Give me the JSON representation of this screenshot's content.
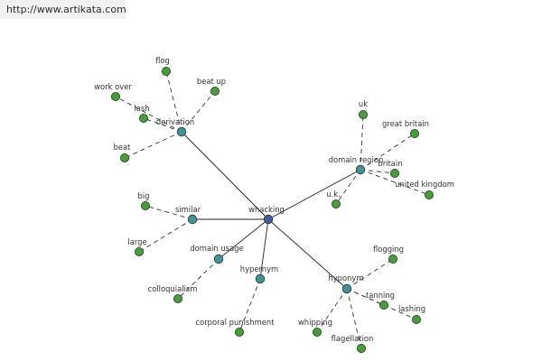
{
  "source_url": "http://www.artikata.com",
  "colors": {
    "center_node": "#4b5aa0",
    "category_node": "#46909a",
    "leaf_node": "#4a9a3e",
    "node_stroke": "#1d3a1d",
    "solid_edge": "#222222",
    "dashed_edge": "#333333"
  },
  "graph": {
    "center": {
      "label": "whacking"
    },
    "categories": [
      {
        "label": "derivation",
        "leaves": [
          "flog",
          "beat up",
          "work over",
          "lash",
          "beat"
        ]
      },
      {
        "label": "domain region",
        "leaves": [
          "uk",
          "great britain",
          "britain",
          "united kingdom",
          "u.k."
        ]
      },
      {
        "label": "similar",
        "leaves": [
          "big",
          "large"
        ]
      },
      {
        "label": "domain usage",
        "leaves": [
          "colloquialism"
        ]
      },
      {
        "label": "hypernym",
        "leaves": [
          "corporal punishment"
        ]
      },
      {
        "label": "hyponym",
        "leaves": [
          "flogging",
          "tanning",
          "lashing",
          "whipping",
          "flagellation"
        ]
      }
    ]
  }
}
